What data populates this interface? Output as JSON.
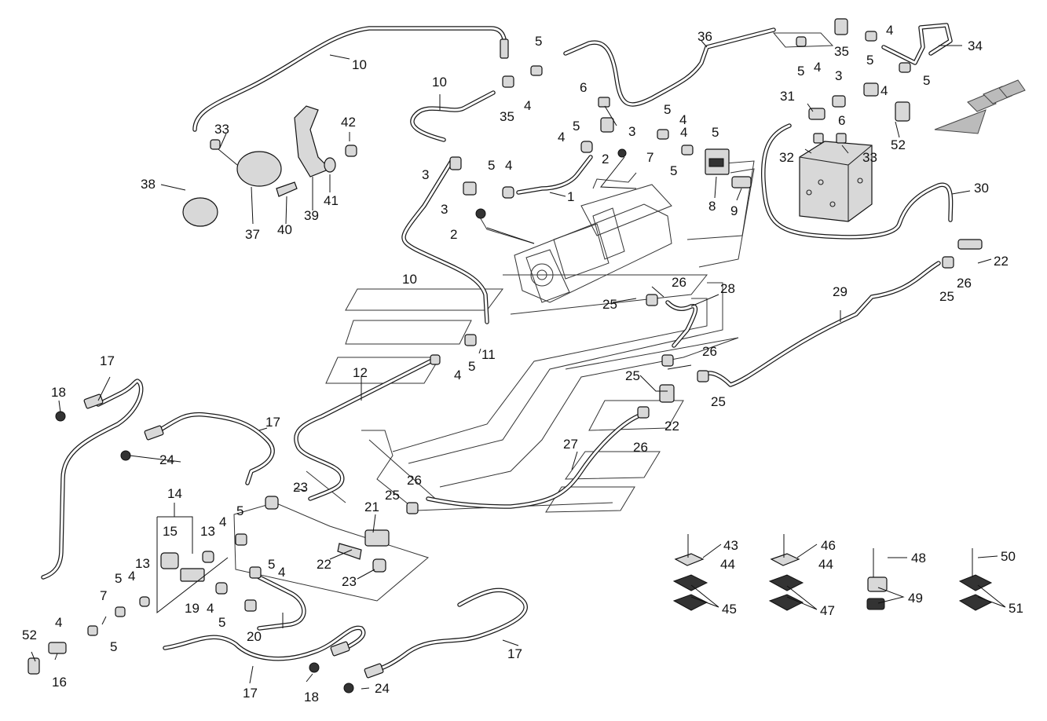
{
  "diagram": {
    "callouts": [
      {
        "id": "c10a",
        "text": "10"
      },
      {
        "id": "c36",
        "text": "36"
      },
      {
        "id": "c4a",
        "text": "4"
      },
      {
        "id": "c34",
        "text": "34"
      },
      {
        "id": "c5a",
        "text": "5"
      },
      {
        "id": "c35a",
        "text": "35"
      },
      {
        "id": "c5b",
        "text": "5"
      },
      {
        "id": "c4b",
        "text": "4"
      },
      {
        "id": "c5c",
        "text": "5"
      },
      {
        "id": "c10b",
        "text": "10"
      },
      {
        "id": "c5d",
        "text": "5"
      },
      {
        "id": "c35b",
        "text": "35"
      },
      {
        "id": "c4c",
        "text": "4"
      },
      {
        "id": "c6a",
        "text": "6"
      },
      {
        "id": "c3a",
        "text": "3"
      },
      {
        "id": "c4d",
        "text": "4"
      },
      {
        "id": "c5e",
        "text": "5"
      },
      {
        "id": "c31",
        "text": "31"
      },
      {
        "id": "c6b",
        "text": "6"
      },
      {
        "id": "c5f",
        "text": "5"
      },
      {
        "id": "c4e",
        "text": "4"
      },
      {
        "id": "c5g",
        "text": "5"
      },
      {
        "id": "c3b",
        "text": "3"
      },
      {
        "id": "c4f",
        "text": "4"
      },
      {
        "id": "c4g",
        "text": "4"
      },
      {
        "id": "c52a",
        "text": "52"
      },
      {
        "id": "c33a",
        "text": "33"
      },
      {
        "id": "c42",
        "text": "42"
      },
      {
        "id": "c7a",
        "text": "7"
      },
      {
        "id": "c2a",
        "text": "2"
      },
      {
        "id": "c32",
        "text": "32"
      },
      {
        "id": "c33b",
        "text": "33"
      },
      {
        "id": "c3c",
        "text": "3"
      },
      {
        "id": "c5h",
        "text": "5"
      },
      {
        "id": "c4h",
        "text": "4"
      },
      {
        "id": "c5i",
        "text": "5"
      },
      {
        "id": "c38",
        "text": "38"
      },
      {
        "id": "c1",
        "text": "1"
      },
      {
        "id": "c8",
        "text": "8"
      },
      {
        "id": "c9",
        "text": "9"
      },
      {
        "id": "c3d",
        "text": "3"
      },
      {
        "id": "c30",
        "text": "30"
      },
      {
        "id": "c40",
        "text": "40"
      },
      {
        "id": "c39",
        "text": "39"
      },
      {
        "id": "c41",
        "text": "41"
      },
      {
        "id": "c37",
        "text": "37"
      },
      {
        "id": "c2b",
        "text": "2"
      },
      {
        "id": "c22a",
        "text": "22"
      },
      {
        "id": "c10c",
        "text": "10"
      },
      {
        "id": "c25a",
        "text": "25"
      },
      {
        "id": "c26a",
        "text": "26"
      },
      {
        "id": "c28",
        "text": "28"
      },
      {
        "id": "c29",
        "text": "29"
      },
      {
        "id": "c26b",
        "text": "26"
      },
      {
        "id": "c25b",
        "text": "25"
      },
      {
        "id": "c11",
        "text": "11"
      },
      {
        "id": "c5j",
        "text": "5"
      },
      {
        "id": "c4i",
        "text": "4"
      },
      {
        "id": "c26c",
        "text": "26"
      },
      {
        "id": "c12",
        "text": "12"
      },
      {
        "id": "c17a",
        "text": "17"
      },
      {
        "id": "c25c",
        "text": "25"
      },
      {
        "id": "c25d",
        "text": "25"
      },
      {
        "id": "c18a",
        "text": "18"
      },
      {
        "id": "c22b",
        "text": "22"
      },
      {
        "id": "c17b",
        "text": "17"
      },
      {
        "id": "c26d",
        "text": "26"
      },
      {
        "id": "c24a",
        "text": "24"
      },
      {
        "id": "c27",
        "text": "27"
      },
      {
        "id": "c23a",
        "text": "23"
      },
      {
        "id": "c26e",
        "text": "26"
      },
      {
        "id": "c25e",
        "text": "25"
      },
      {
        "id": "c14",
        "text": "14"
      },
      {
        "id": "c21",
        "text": "21"
      },
      {
        "id": "c4j",
        "text": "4"
      },
      {
        "id": "c5k",
        "text": "5"
      },
      {
        "id": "c15",
        "text": "15"
      },
      {
        "id": "c13a",
        "text": "13"
      },
      {
        "id": "c43",
        "text": "43"
      },
      {
        "id": "c46",
        "text": "46"
      },
      {
        "id": "c48",
        "text": "48"
      },
      {
        "id": "c50",
        "text": "50"
      },
      {
        "id": "c22c",
        "text": "22"
      },
      {
        "id": "c5l",
        "text": "5"
      },
      {
        "id": "c4k",
        "text": "4"
      },
      {
        "id": "c44a",
        "text": "44"
      },
      {
        "id": "c44b",
        "text": "44"
      },
      {
        "id": "c23b",
        "text": "23"
      },
      {
        "id": "c5m",
        "text": "5"
      },
      {
        "id": "c4l",
        "text": "4"
      },
      {
        "id": "c13b",
        "text": "13"
      },
      {
        "id": "c19",
        "text": "19"
      },
      {
        "id": "c4m",
        "text": "4"
      },
      {
        "id": "c45",
        "text": "45"
      },
      {
        "id": "c47",
        "text": "47"
      },
      {
        "id": "c49",
        "text": "49"
      },
      {
        "id": "c51",
        "text": "51"
      },
      {
        "id": "c7b",
        "text": "7"
      },
      {
        "id": "c5n",
        "text": "5"
      },
      {
        "id": "c20",
        "text": "20"
      },
      {
        "id": "c4n",
        "text": "4"
      },
      {
        "id": "c5o",
        "text": "5"
      },
      {
        "id": "c52b",
        "text": "52"
      },
      {
        "id": "c17c",
        "text": "17"
      },
      {
        "id": "c16",
        "text": "16"
      },
      {
        "id": "c17d",
        "text": "17"
      },
      {
        "id": "c18b",
        "text": "18"
      },
      {
        "id": "c24b",
        "text": "24"
      }
    ]
  }
}
